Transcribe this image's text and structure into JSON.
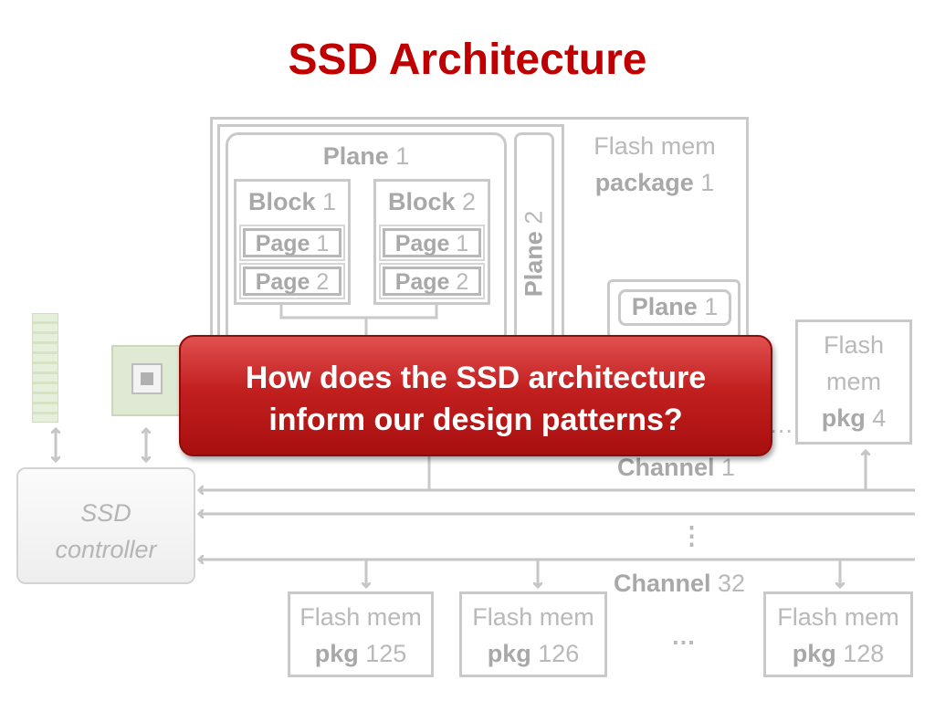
{
  "title": "SSD Architecture",
  "package1": {
    "label_line1": "Flash mem",
    "label_bold": "package",
    "label_num": "1",
    "plane1": {
      "bold": "Plane",
      "num": "1"
    },
    "plane2": {
      "bold": "Plane",
      "num": "2"
    },
    "block1": {
      "bold": "Block",
      "num": "1",
      "pages": [
        {
          "bold": "Page",
          "num": "1"
        },
        {
          "bold": "Page",
          "num": "2"
        }
      ]
    },
    "block2": {
      "bold": "Block",
      "num": "2",
      "pages": [
        {
          "bold": "Page",
          "num": "1"
        },
        {
          "bold": "Page",
          "num": "2"
        }
      ]
    },
    "inner_plane": {
      "bold": "Plane",
      "num": "1"
    }
  },
  "pkg4": {
    "line1": "Flash",
    "line2": "mem",
    "bold": "pkg",
    "num": "4"
  },
  "top_ellipsis": "…",
  "channel1": {
    "bold": "Channel",
    "num": "1"
  },
  "channel32": {
    "bold": "Channel",
    "num": "32"
  },
  "vertical_ellipsis": "⋮",
  "controller": {
    "line1": "SSD",
    "line2": "controller"
  },
  "callout": {
    "line1": "How does the SSD architecture",
    "line2": "inform our design patterns?"
  },
  "bottom_packages": [
    {
      "line1": "Flash mem",
      "bold": "pkg",
      "num": "125"
    },
    {
      "line1": "Flash mem",
      "bold": "pkg",
      "num": "126"
    },
    {
      "line1": "Flash mem",
      "bold": "pkg",
      "num": "128"
    }
  ],
  "bottom_ellipsis": "…",
  "colors": {
    "title": "#c00000",
    "callout": "#c21f1f",
    "diagram_gray": "#c9c9c9"
  }
}
